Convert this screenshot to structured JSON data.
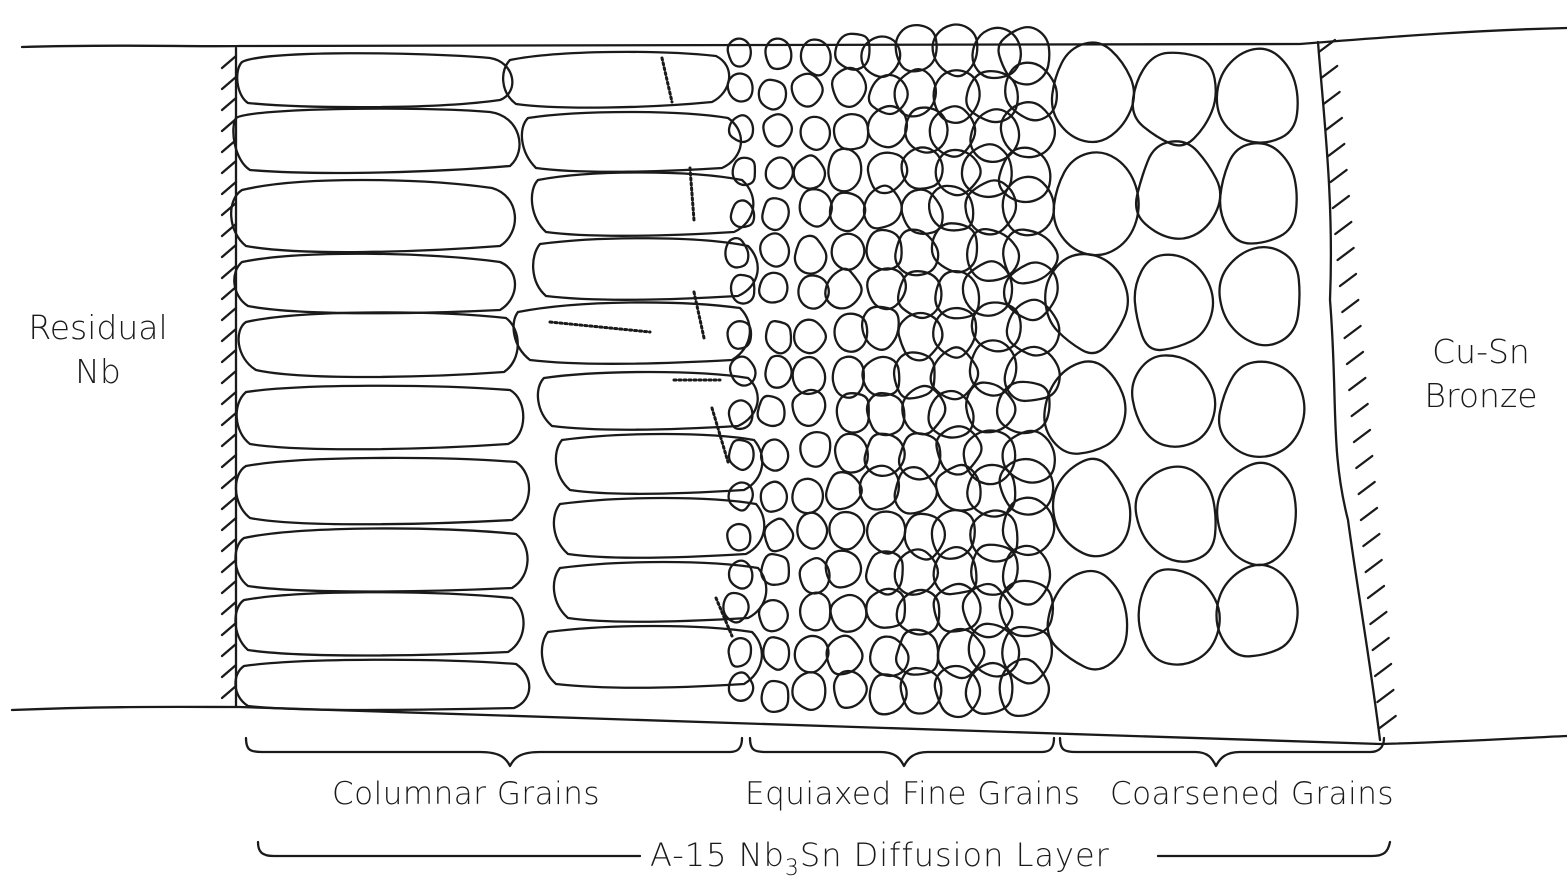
{
  "labels": {
    "left": [
      "Residual",
      "Nb"
    ],
    "right": [
      "Cu-Sn",
      "Bronze"
    ],
    "regions": [
      "Columnar Grains",
      "Equiaxed Fine Grains",
      "Coarsened Grains"
    ],
    "layer": {
      "prefix": "A-15 Nb",
      "subscript": "3",
      "suffix": "Sn Diffusion Layer"
    }
  },
  "colors": {
    "ink": "#1a1a1a",
    "background": "#ffffff"
  }
}
